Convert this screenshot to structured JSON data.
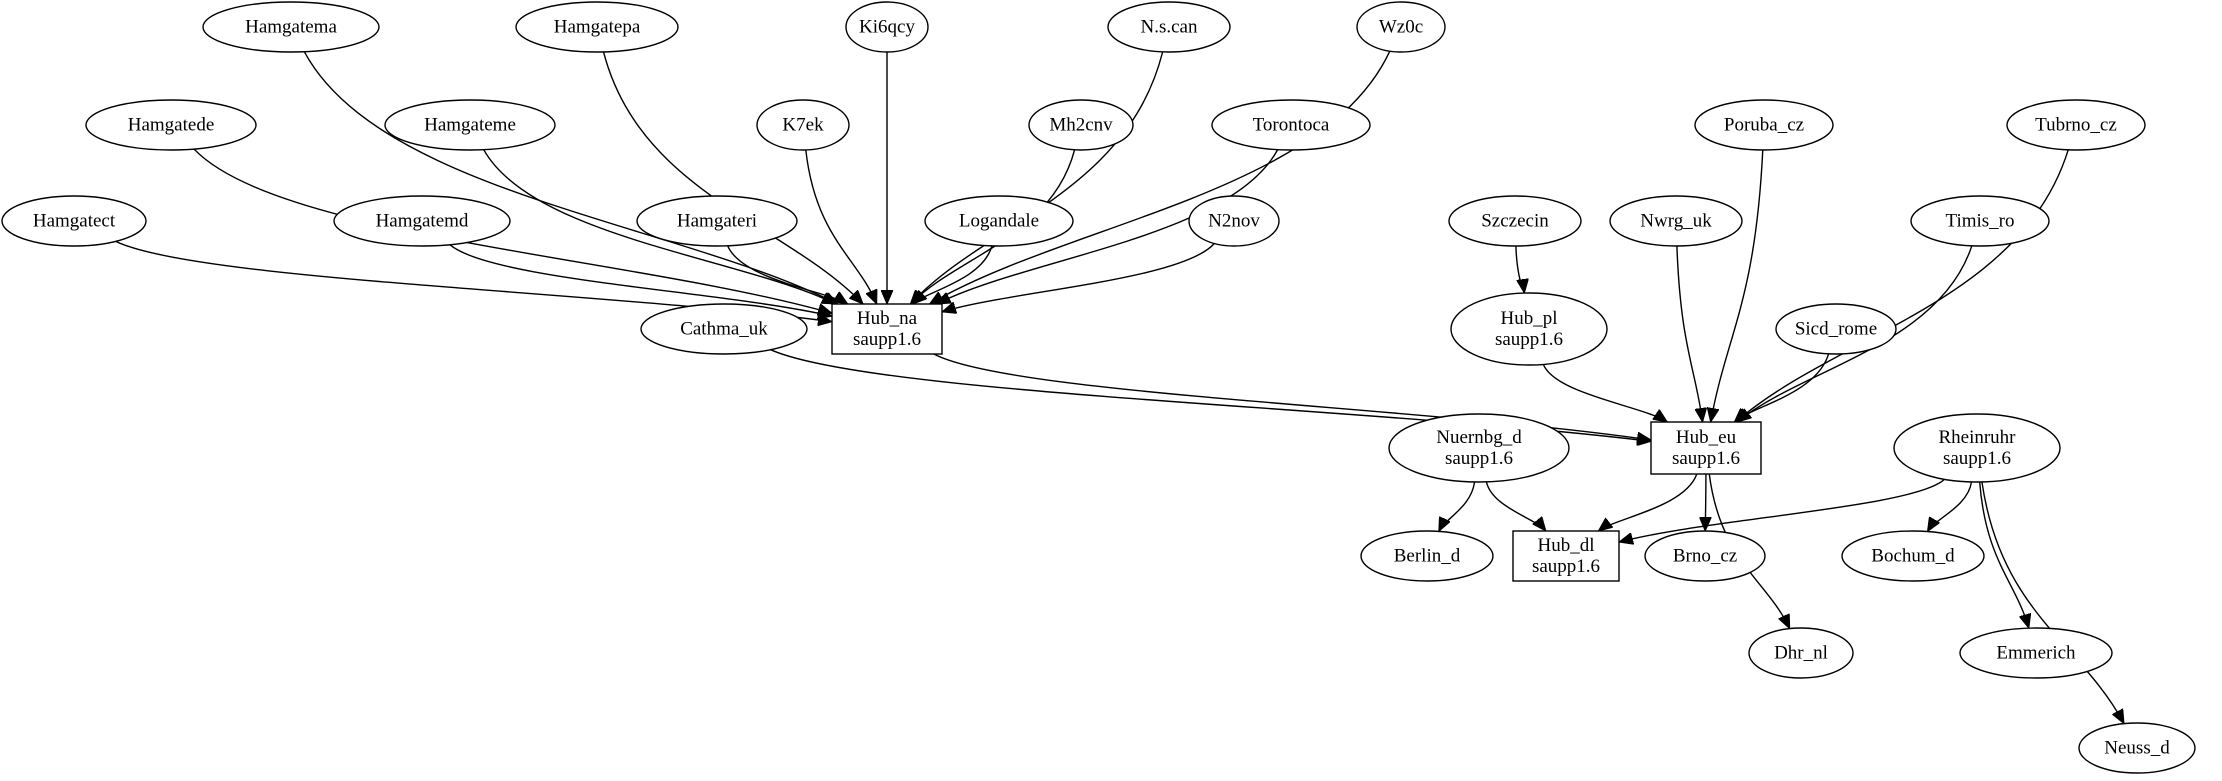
{
  "graph": {
    "nodes": [
      {
        "id": "Hamgatema",
        "lines": [
          "Hamgatema"
        ]
      },
      {
        "id": "Hamgatepa",
        "lines": [
          "Hamgatepa"
        ]
      },
      {
        "id": "Ki6qcy",
        "lines": [
          "Ki6qcy"
        ]
      },
      {
        "id": "N.s.can",
        "lines": [
          "N.s.can"
        ]
      },
      {
        "id": "Wz0c",
        "lines": [
          "Wz0c"
        ]
      },
      {
        "id": "Hamgatede",
        "lines": [
          "Hamgatede"
        ]
      },
      {
        "id": "Hamgateme",
        "lines": [
          "Hamgateme"
        ]
      },
      {
        "id": "K7ek",
        "lines": [
          "K7ek"
        ]
      },
      {
        "id": "Mh2cnv",
        "lines": [
          "Mh2cnv"
        ]
      },
      {
        "id": "Torontoca",
        "lines": [
          "Torontoca"
        ]
      },
      {
        "id": "Poruba_cz",
        "lines": [
          "Poruba_cz"
        ]
      },
      {
        "id": "Tubrno_cz",
        "lines": [
          "Tubrno_cz"
        ]
      },
      {
        "id": "Hamgatect",
        "lines": [
          "Hamgatect"
        ]
      },
      {
        "id": "Hamgatemd",
        "lines": [
          "Hamgatemd"
        ]
      },
      {
        "id": "Hamgateri",
        "lines": [
          "Hamgateri"
        ]
      },
      {
        "id": "Logandale",
        "lines": [
          "Logandale"
        ]
      },
      {
        "id": "N2nov",
        "lines": [
          "N2nov"
        ]
      },
      {
        "id": "Szczecin",
        "lines": [
          "Szczecin"
        ]
      },
      {
        "id": "Nwrg_uk",
        "lines": [
          "Nwrg_uk"
        ]
      },
      {
        "id": "Timis_ro",
        "lines": [
          "Timis_ro"
        ]
      },
      {
        "id": "Hub_na",
        "lines": [
          "Hub_na",
          "saupp1.6"
        ]
      },
      {
        "id": "Cathma_uk",
        "lines": [
          "Cathma_uk"
        ]
      },
      {
        "id": "Hub_pl",
        "lines": [
          "Hub_pl",
          "saupp1.6"
        ]
      },
      {
        "id": "Sicd_rome",
        "lines": [
          "Sicd_rome"
        ]
      },
      {
        "id": "Hub_eu",
        "lines": [
          "Hub_eu",
          "saupp1.6"
        ]
      },
      {
        "id": "Nuernbg_d",
        "lines": [
          "Nuernbg_d",
          "saupp1.6"
        ]
      },
      {
        "id": "Rheinruhr",
        "lines": [
          "Rheinruhr",
          "saupp1.6"
        ]
      },
      {
        "id": "Berlin_d",
        "lines": [
          "Berlin_d"
        ]
      },
      {
        "id": "Hub_dl",
        "lines": [
          "Hub_dl",
          "saupp1.6"
        ]
      },
      {
        "id": "Brno_cz",
        "lines": [
          "Brno_cz"
        ]
      },
      {
        "id": "Bochum_d",
        "lines": [
          "Bochum_d"
        ]
      },
      {
        "id": "Dhr_nl",
        "lines": [
          "Dhr_nl"
        ]
      },
      {
        "id": "Emmerich",
        "lines": [
          "Emmerich"
        ]
      },
      {
        "id": "Neuss_d",
        "lines": [
          "Neuss_d"
        ]
      }
    ],
    "edges": [
      [
        "Hamgatema",
        "Hub_na"
      ],
      [
        "Hamgatepa",
        "Hub_na"
      ],
      [
        "Ki6qcy",
        "Hub_na"
      ],
      [
        "N.s.can",
        "Hub_na"
      ],
      [
        "Wz0c",
        "Hub_na"
      ],
      [
        "Hamgatede",
        "Hub_na"
      ],
      [
        "Hamgateme",
        "Hub_na"
      ],
      [
        "K7ek",
        "Hub_na"
      ],
      [
        "Mh2cnv",
        "Hub_na"
      ],
      [
        "Torontoca",
        "Hub_na"
      ],
      [
        "Hamgatect",
        "Hub_na"
      ],
      [
        "Hamgatemd",
        "Hub_na"
      ],
      [
        "Hamgateri",
        "Hub_na"
      ],
      [
        "Logandale",
        "Hub_na"
      ],
      [
        "N2nov",
        "Hub_na"
      ],
      [
        "Hub_na",
        "Hub_eu"
      ],
      [
        "Cathma_uk",
        "Hub_eu"
      ],
      [
        "Szczecin",
        "Hub_pl"
      ],
      [
        "Hub_pl",
        "Hub_eu"
      ],
      [
        "Nwrg_uk",
        "Hub_eu"
      ],
      [
        "Poruba_cz",
        "Hub_eu"
      ],
      [
        "Sicd_rome",
        "Hub_eu"
      ],
      [
        "Timis_ro",
        "Hub_eu"
      ],
      [
        "Tubrno_cz",
        "Hub_eu"
      ],
      [
        "Hub_eu",
        "Hub_dl"
      ],
      [
        "Hub_eu",
        "Brno_cz"
      ],
      [
        "Hub_eu",
        "Dhr_nl"
      ],
      [
        "Nuernbg_d",
        "Berlin_d"
      ],
      [
        "Nuernbg_d",
        "Hub_dl"
      ],
      [
        "Rheinruhr",
        "Hub_dl"
      ],
      [
        "Rheinruhr",
        "Bochum_d"
      ],
      [
        "Rheinruhr",
        "Emmerich"
      ],
      [
        "Rheinruhr",
        "Neuss_d"
      ]
    ]
  }
}
